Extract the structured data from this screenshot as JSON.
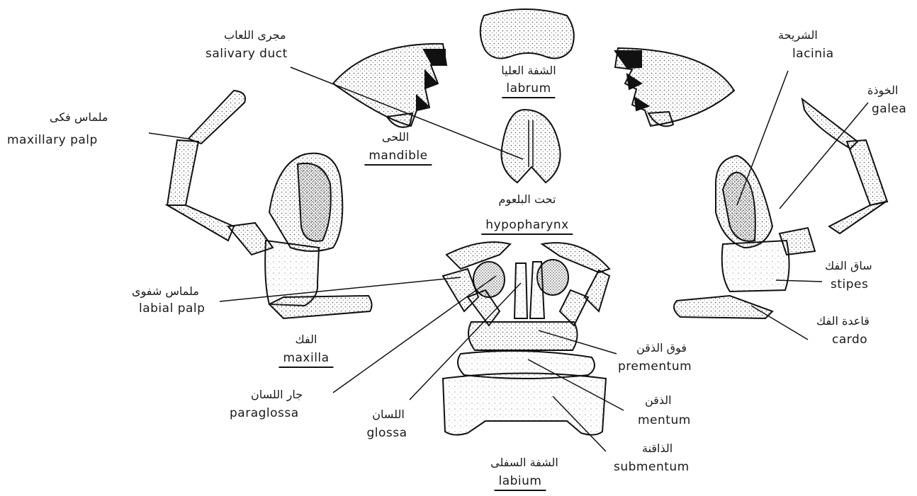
{
  "labels": {
    "labrum": {
      "ar": "الشفة العليا",
      "en": "labrum"
    },
    "salivary_duct": {
      "ar": "مجرى اللعاب",
      "en": "salivary duct"
    },
    "mandible": {
      "ar": "اللحى",
      "en": "mandible"
    },
    "hypopharynx": {
      "ar": "تحت البلعوم",
      "en": "hypopharynx"
    },
    "maxillary_palp": {
      "ar": "ملماس فكى",
      "en": "maxillary palp"
    },
    "labial_palp": {
      "ar": "ملماس شفوى",
      "en": "labial palp"
    },
    "maxilla": {
      "ar": "الفك",
      "en": "maxilla"
    },
    "paraglossa": {
      "ar": "جار اللسان",
      "en": "paraglossa"
    },
    "glossa": {
      "ar": "اللسان",
      "en": "glossa"
    },
    "labium": {
      "ar": "الشفة السفلى",
      "en": "labium"
    },
    "lacinia": {
      "ar": "الشريحة",
      "en": "lacinia"
    },
    "galea": {
      "ar": "الخوذة",
      "en": "galea"
    },
    "stipes": {
      "ar": "ساق الفك",
      "en": "stipes"
    },
    "cardo": {
      "ar": "قاعدة الفك",
      "en": "cardo"
    },
    "prementum": {
      "ar": "فوق الذقن",
      "en": "prementum"
    },
    "mentum": {
      "ar": "الذقن",
      "en": "mentum"
    },
    "submentum": {
      "ar": "الذاقنة",
      "en": "submentum"
    }
  },
  "colors": {
    "ink": "#111111",
    "stipple": "#555555",
    "background": "#ffffff"
  }
}
